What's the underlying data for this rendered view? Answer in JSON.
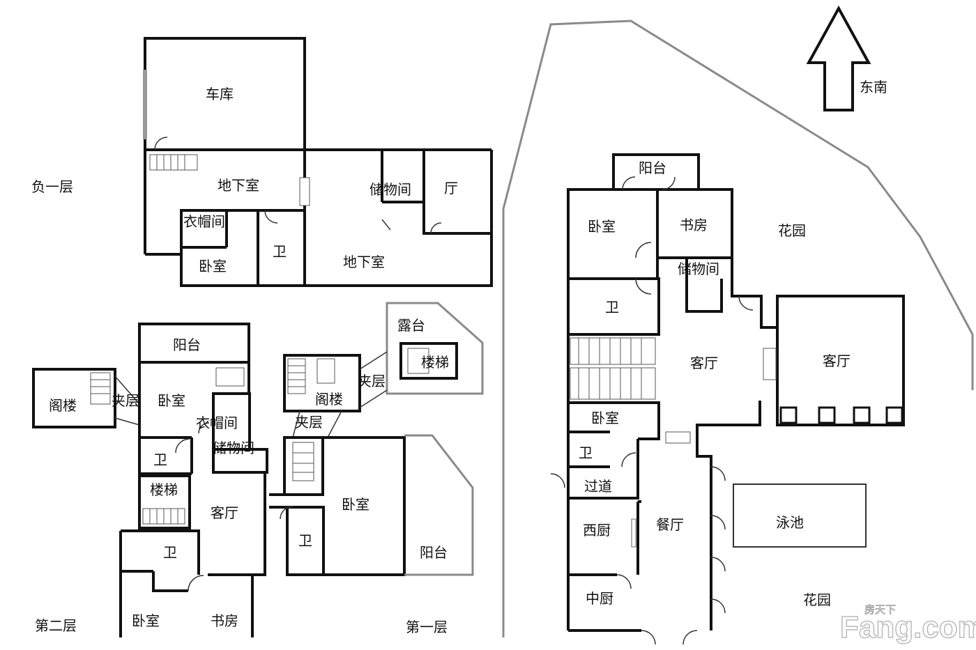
{
  "compass": {
    "label": "东南"
  },
  "levels": {
    "basement": "负一层",
    "second": "第二层",
    "first_left": "第一层"
  },
  "basement_rooms": {
    "garage": "车库",
    "basement_a": "地下室",
    "basement_b": "地下室",
    "storage": "储物间",
    "hall": "厅",
    "cloakroom": "衣帽间",
    "bedroom": "卧室",
    "bath": "卫"
  },
  "upper_rooms": {
    "balcony": "阳台",
    "attic_left": "阁楼",
    "mezz_left": "夹层",
    "bedroom": "卧室",
    "cloakroom": "衣帽间",
    "storage": "储物间",
    "bath_a": "卫",
    "stairs": "楼梯",
    "living": "客厅",
    "bath_b": "卫",
    "bedroom_b": "卧室",
    "study": "书房",
    "terrace": "露台",
    "terrace_stairs": "楼梯",
    "attic_mid": "阁楼",
    "mezz_mid_a": "夹层",
    "mezz_mid_b": "夹层",
    "first_bedroom": "卧室",
    "first_bath": "卫",
    "first_balcony": "阳台"
  },
  "ground_rooms": {
    "balcony": "阳台",
    "bedroom": "卧室",
    "study": "书房",
    "garden_top": "花园",
    "storage": "储物间",
    "bath": "卫",
    "living_a": "客厅",
    "living_b": "客厅",
    "bedroom_small": "卧室",
    "bath_small": "卫",
    "corridor": "过道",
    "western_kitchen": "西厨",
    "dining": "餐厅",
    "pool": "泳池",
    "chinese_kitchen": "中厨",
    "garden_bottom": "花园"
  },
  "watermark": {
    "brand": "Fang.com",
    "cn": "房天下"
  }
}
